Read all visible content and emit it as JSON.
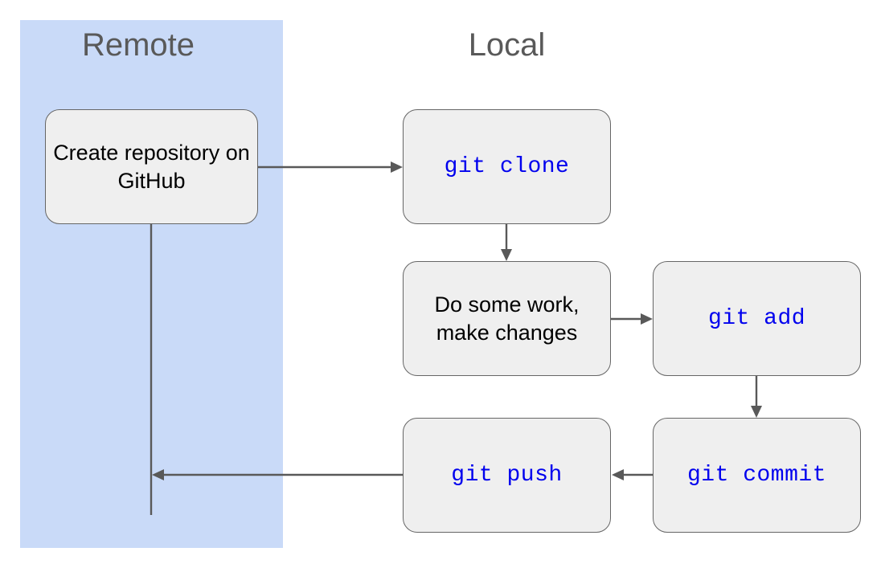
{
  "diagram": {
    "title_remote": "Remote",
    "title_local": "Local",
    "lane_color": "#c9daf8",
    "node_fill": "#efefef",
    "node_border": "#666666",
    "code_text_color": "#0000ee",
    "plain_text_color": "#000000",
    "lane_title_color": "#595959",
    "edge_color": "#595959"
  },
  "nodes": {
    "create_repo": "Create repository on GitHub",
    "git_clone": "git clone",
    "do_work": "Do some work, make changes",
    "git_add": "git add",
    "git_push": "git push",
    "git_commit": "git commit"
  },
  "edges": [
    {
      "from": "create_repo",
      "to": "git_clone",
      "direction": "right"
    },
    {
      "from": "git_clone",
      "to": "do_work",
      "direction": "down"
    },
    {
      "from": "do_work",
      "to": "git_add",
      "direction": "right"
    },
    {
      "from": "git_add",
      "to": "git_commit",
      "direction": "down"
    },
    {
      "from": "git_commit",
      "to": "git_push",
      "direction": "left"
    },
    {
      "from": "git_push",
      "to": "create_repo",
      "direction": "left"
    }
  ]
}
